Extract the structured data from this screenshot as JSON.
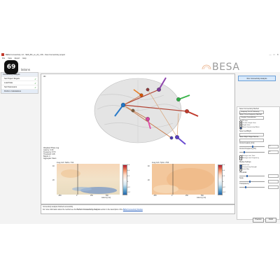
{
  "window": {
    "title": "BESA Connectivity 1.0 - SEN_BC_ev_24_1.fifv - New Connectivity project",
    "controls": [
      "—",
      "□",
      "✕"
    ]
  },
  "menu": [
    "File",
    "View",
    "Export",
    "Help"
  ],
  "header": {
    "badge": "69",
    "title_suffix": "lations",
    "logo_text": "BESA"
  },
  "steps": {
    "header": "Connectivity Analysis",
    "items": [
      {
        "label": "Set Project Targets",
        "done": true
      },
      {
        "label": "Load Data",
        "done": true
      },
      {
        "label": "Set Parameters",
        "done": true
      },
      {
        "label": "Perform Calculations",
        "done": false
      }
    ]
  },
  "viewer": {
    "corner_label": "3D",
    "stats_lines": [
      "Weighted Phase Lag",
      "Latency: 0.00",
      "Frequency: 8 Hz",
      "Threshold: 0.05",
      "Bands: 4",
      "Aggregate: Mean"
    ]
  },
  "plots": [
    {
      "title": "Imag Coh: TalFm->Tnlt",
      "yticks": [
        "40",
        "20"
      ],
      "xticks": [
        "-250",
        "0",
        "250",
        "500"
      ],
      "xlabel": "Latency [ms]",
      "cbar": [
        "0.6",
        "0.4",
        "0.2",
        "0",
        "-0.2",
        "-0.4"
      ]
    },
    {
      "title": "Imag Coh: TpFm->TMl",
      "yticks": [
        "40",
        "20"
      ],
      "xticks": [
        "-250",
        "0",
        "250",
        "500"
      ],
      "xlabel": "Latency [ms]",
      "cbar": [
        "0.6",
        "0.4",
        "0.2",
        "0",
        "-0.2",
        "-0.4"
      ]
    }
  ],
  "status": {
    "line1": "Connectivity analysis finished successfully.",
    "line2_prefix": "For more information about the method see the",
    "line2_bold": "Perform Connectivity Analysis",
    "line2_mid": "section in the description of the",
    "line2_link": "BESA Connectivity Window"
  },
  "run_button": "Run Connectivity Analysis",
  "right_panel": {
    "method_label": "Select Connectivity Method",
    "method_value": "Imaginary Part of Coherency",
    "freq_label": "Select Time-Frequency Method",
    "freq_value": "Complex Demodulation",
    "view_options": [
      "3D view",
      "Circular Graph View",
      "Single View",
      "Show Connectivity Matrix"
    ],
    "source_label": "Select Left/Right",
    "target_label": "Select Right Target Source",
    "latency_label": "Current Latency [ms]",
    "latency_value": "0",
    "freq_current_label": "Current Frequency [Hz]",
    "freq_current_value": "8",
    "avg_options": [
      "Average over Time",
      "Average over Frequency"
    ],
    "display_label": "Display Settings",
    "display_options": [
      "Show Line",
      "Connectivity Strength",
      "Scale Max"
    ],
    "thresh_label": "Threshold",
    "scale_label": "Scale",
    "transparency_label": "Transparency",
    "prev": "Previous",
    "finish": "Finish"
  }
}
